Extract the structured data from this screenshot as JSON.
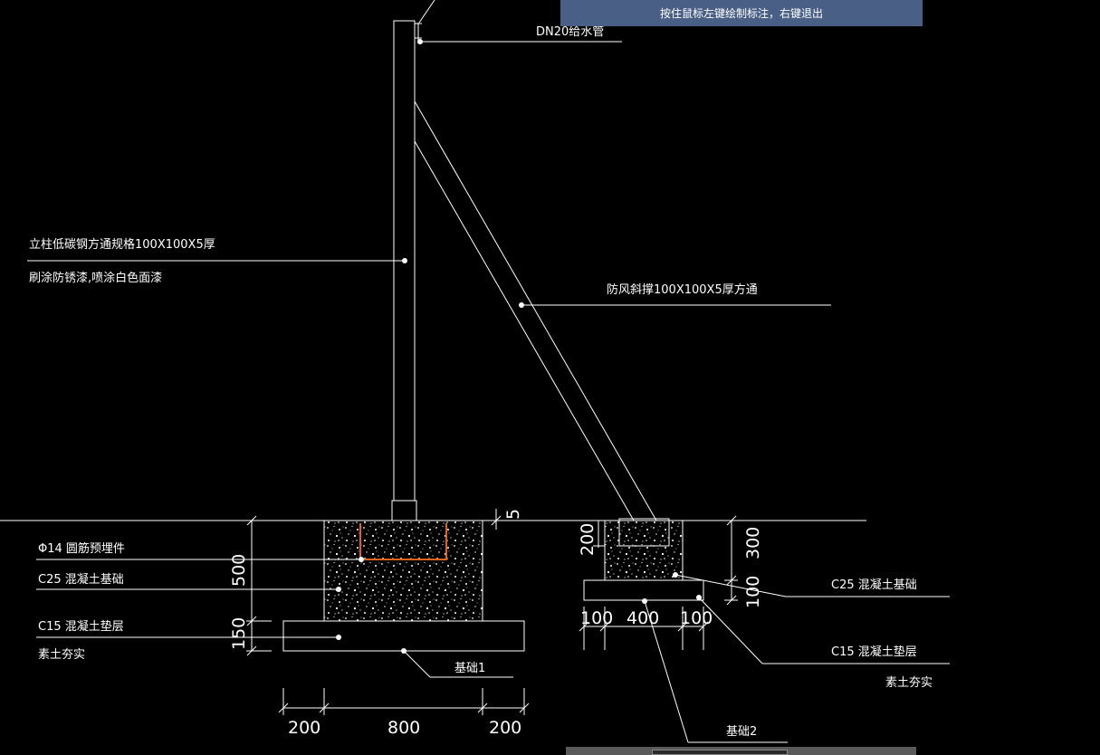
{
  "hint": "按住鼠标左键绘制标注，右键退出",
  "labels": {
    "pipe": "DN20给水管",
    "post_line1": "立柱低碳钢方通规格100X100X5厚",
    "post_line2": "刷涂防锈漆,喷涂白色面漆",
    "brace": "防风斜撑100X100X5厚方通",
    "rebar": "Φ14 圆筋预埋件",
    "c25_left": "C25 混凝土基础",
    "c15_left": "C15 混凝土垫层",
    "soil_left": "素土夯实",
    "foundation1": "基础1",
    "c25_right": "C25 混凝土基础",
    "c15_right": "C15 混凝土垫层",
    "soil_right": "素土夯实",
    "foundation2": "基础2"
  },
  "dims": {
    "d5": "5",
    "d500": "500",
    "d150": "150",
    "d200_left": "200",
    "d800": "800",
    "d200_right": "200",
    "d200_v": "200",
    "d300": "300",
    "d100_v": "100",
    "d100_left": "100",
    "d400": "400",
    "d100_right": "100"
  },
  "colors": {
    "background": "#000000",
    "lines": "#ffffff",
    "rebar": "#e06020",
    "hint_bar": "#4a5f86"
  }
}
